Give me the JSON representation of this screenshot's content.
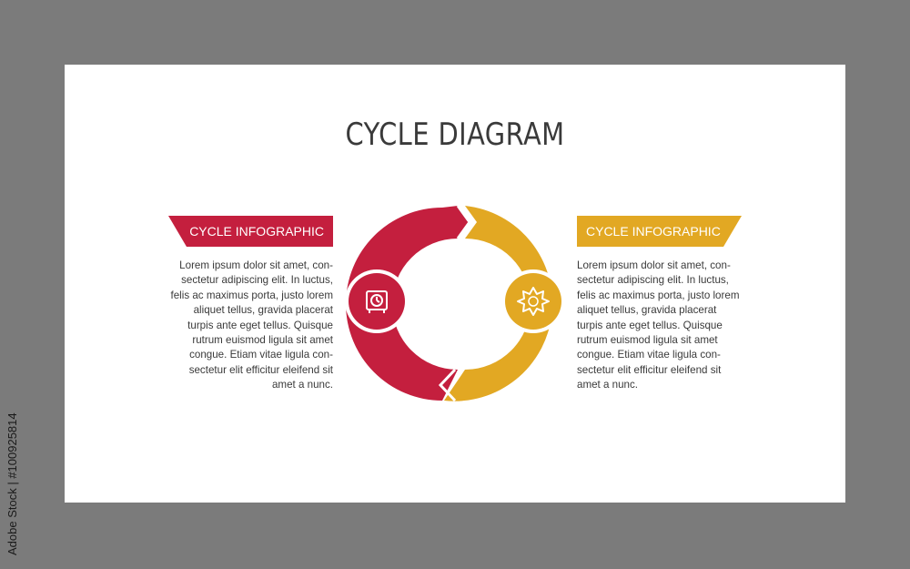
{
  "title": "CYCLE DIAGRAM",
  "left": {
    "heading": "CYCLE INFOGRAPHIC",
    "lines": [
      "Lorem ipsum dolor sit amet, con-",
      "sectetur adipiscing elit. In luctus,",
      "felis ac maximus porta, justo lorem",
      "aliquet tellus, gravida placerat",
      "turpis ante eget tellus. Quisque",
      "rutrum euismod ligula sit amet",
      "congue. Etiam vitae ligula con-",
      "sectetur elit efficitur eleifend sit",
      "amet a nunc."
    ],
    "color": "#c41f3e",
    "icon": "safe-clock-icon"
  },
  "right": {
    "heading": "CYCLE INFOGRAPHIC",
    "lines": [
      "Lorem ipsum dolor sit amet, con-",
      "sectetur adipiscing elit. In luctus,",
      "felis ac maximus porta, justo lorem",
      "aliquet tellus, gravida placerat",
      "turpis ante eget tellus. Quisque",
      "rutrum euismod ligula sit amet",
      "congue. Etiam vitae ligula con-",
      "sectetur elit efficitur eleifend sit",
      "amet a nunc."
    ],
    "color": "#e2a823",
    "icon": "star-badge-icon"
  },
  "background_color": "#7b7b7b",
  "watermark": "Adobe Stock | #100925814"
}
